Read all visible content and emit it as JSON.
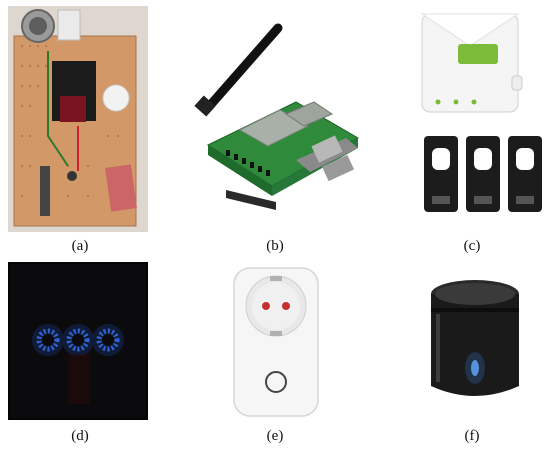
{
  "figure": {
    "panels": [
      {
        "id": "a",
        "label": "(a)",
        "subject": "perfboard-sensor-prototype"
      },
      {
        "id": "b",
        "label": "(b)",
        "subject": "lora-hat-on-raspberry-pi"
      },
      {
        "id": "c",
        "label": "(c)",
        "subject": "smart-energy-monitor-with-ct-clamps"
      },
      {
        "id": "d",
        "label": "(d)",
        "subject": "touch-light-switch"
      },
      {
        "id": "e",
        "label": "(e)",
        "subject": "smart-plug-socket"
      },
      {
        "id": "f",
        "label": "(f)",
        "subject": "universal-ir-remote-hub"
      }
    ]
  }
}
